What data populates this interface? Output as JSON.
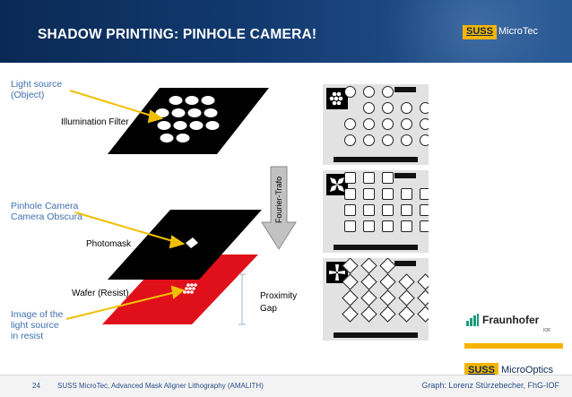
{
  "slide": {
    "title": "SHADOW PRINTING: PINHOLE CAMERA!",
    "logo_suss": "SUSS",
    "logo_microtec": "MicroTec"
  },
  "labels": {
    "light_source": [
      "Light source",
      "(Object)"
    ],
    "pinhole": [
      "Pinhole Camera",
      "Camera Obscura"
    ],
    "image": [
      "Image of the",
      "light source",
      "in resist"
    ]
  },
  "diagram": {
    "illumination_filter": "Illumination Filter",
    "photomask": "Photomask",
    "wafer": "Wafer (Resist)",
    "fourier": "Fourier-Trafo",
    "proximity": [
      "Proximity",
      "Gap"
    ],
    "colors": {
      "filter": "#000000",
      "wafer": "#e0101a",
      "arrow": "#b8b8b8",
      "label_arrow": "#f0c000",
      "side_label": "#3f6fb0"
    }
  },
  "tiles": [
    {
      "icon": "cluster-of-dots-icon",
      "pattern": "circles"
    },
    {
      "icon": "four-petal-cross-icon",
      "pattern": "rounded-squares"
    },
    {
      "icon": "cross-pinwheel-icon",
      "pattern": "diamonds"
    }
  ],
  "logos": {
    "fraunhofer": "Fraunhofer",
    "fraunhofer_sub": "IOF",
    "suss_microoptics_suss": "SUSS",
    "suss_microoptics_name": "MicroOptics"
  },
  "footer": {
    "page_number": "24",
    "text": "SUSS MicroTec, Advanced Mask Aligner Lithography (AMALITH)",
    "credit": "Graph: Lorenz Stürzebecher, FhG-IOF"
  }
}
